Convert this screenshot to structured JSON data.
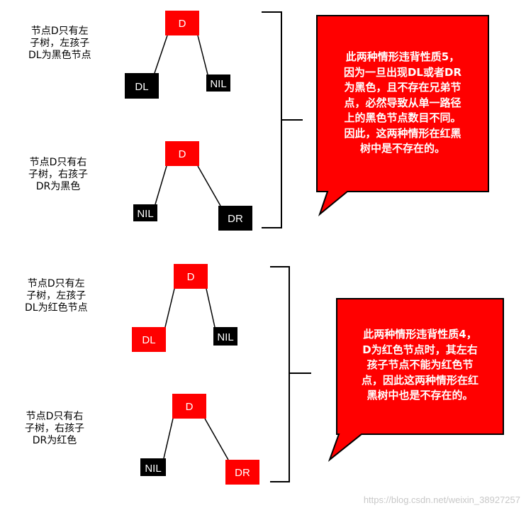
{
  "cases": [
    {
      "description": "节点D只有左\n子树，左孩子\nDL为黑色节点",
      "root_label": "D",
      "left_label": "DL",
      "right_label": "NIL",
      "left_color": "#000000",
      "right_color": "#000000",
      "root_color": "#ff0000"
    },
    {
      "description": "节点D只有右\n子树，右孩子\nDR为黑色",
      "root_label": "D",
      "left_label": "NIL",
      "right_label": "DR",
      "left_color": "#000000",
      "right_color": "#000000",
      "root_color": "#ff0000"
    },
    {
      "description": "节点D只有左\n子树，左孩子\nDL为红色节点",
      "root_label": "D",
      "left_label": "DL",
      "right_label": "NIL",
      "left_color": "#ff0000",
      "right_color": "#000000",
      "root_color": "#ff0000"
    },
    {
      "description": "节点D只有右\n子树，右孩子\nDR为红色",
      "root_label": "D",
      "left_label": "NIL",
      "right_label": "DR",
      "left_color": "#000000",
      "right_color": "#ff0000",
      "root_color": "#ff0000"
    }
  ],
  "callouts": [
    {
      "text": "此两种情形违背性质5，\n因为一旦出现DL或者DR\n为黑色，且不存在兄弟节\n点，必然导致从单一路径\n上的黑色节点数目不同。\n因此，这两种情形在红黑\n树中是不存在的。",
      "fill": "#ff0000"
    },
    {
      "text": "此两种情形违背性质4，\nD为红色节点时，其左右\n孩子节点不能为红色节\n点，因此这两种情形在红\n黑树中也是不存在的。",
      "fill": "#ff0000"
    }
  ],
  "watermark": "https://blog.csdn.net/weixin_38927257"
}
